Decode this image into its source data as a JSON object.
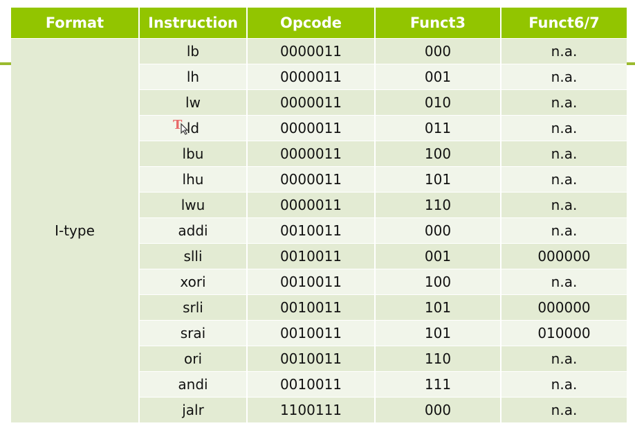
{
  "table": {
    "headers": [
      "Format",
      "Instruction",
      "Opcode",
      "Funct3",
      "Funct6/7"
    ],
    "format_label": "I-type",
    "rows": [
      {
        "instruction": "lb",
        "opcode": "0000011",
        "funct3": "000",
        "funct67": "n.a."
      },
      {
        "instruction": "lh",
        "opcode": "0000011",
        "funct3": "001",
        "funct67": "n.a."
      },
      {
        "instruction": "lw",
        "opcode": "0000011",
        "funct3": "010",
        "funct67": "n.a."
      },
      {
        "instruction": "ld",
        "opcode": "0000011",
        "funct3": "011",
        "funct67": "n.a."
      },
      {
        "instruction": "lbu",
        "opcode": "0000011",
        "funct3": "100",
        "funct67": "n.a."
      },
      {
        "instruction": "lhu",
        "opcode": "0000011",
        "funct3": "101",
        "funct67": "n.a."
      },
      {
        "instruction": "lwu",
        "opcode": "0000011",
        "funct3": "110",
        "funct67": "n.a."
      },
      {
        "instruction": "addi",
        "opcode": "0010011",
        "funct3": "000",
        "funct67": "n.a."
      },
      {
        "instruction": "slli",
        "opcode": "0010011",
        "funct3": "001",
        "funct67": "000000"
      },
      {
        "instruction": "xori",
        "opcode": "0010011",
        "funct3": "100",
        "funct67": "n.a."
      },
      {
        "instruction": "srli",
        "opcode": "0010011",
        "funct3": "101",
        "funct67": "000000"
      },
      {
        "instruction": "srai",
        "opcode": "0010011",
        "funct3": "101",
        "funct67": "010000"
      },
      {
        "instruction": "ori",
        "opcode": "0010011",
        "funct3": "110",
        "funct67": "n.a."
      },
      {
        "instruction": "andi",
        "opcode": "0010011",
        "funct3": "111",
        "funct67": "n.a."
      },
      {
        "instruction": "jalr",
        "opcode": "1100111",
        "funct3": "000",
        "funct67": "n.a."
      }
    ]
  },
  "cursor": {
    "icon": "text-select-cursor-icon",
    "color": "#e86a6a"
  },
  "colors": {
    "header_bg": "#92c500",
    "row_dark": "#e3ebd3",
    "row_light": "#f1f5ea",
    "accent_line": "#9bbb2f"
  }
}
